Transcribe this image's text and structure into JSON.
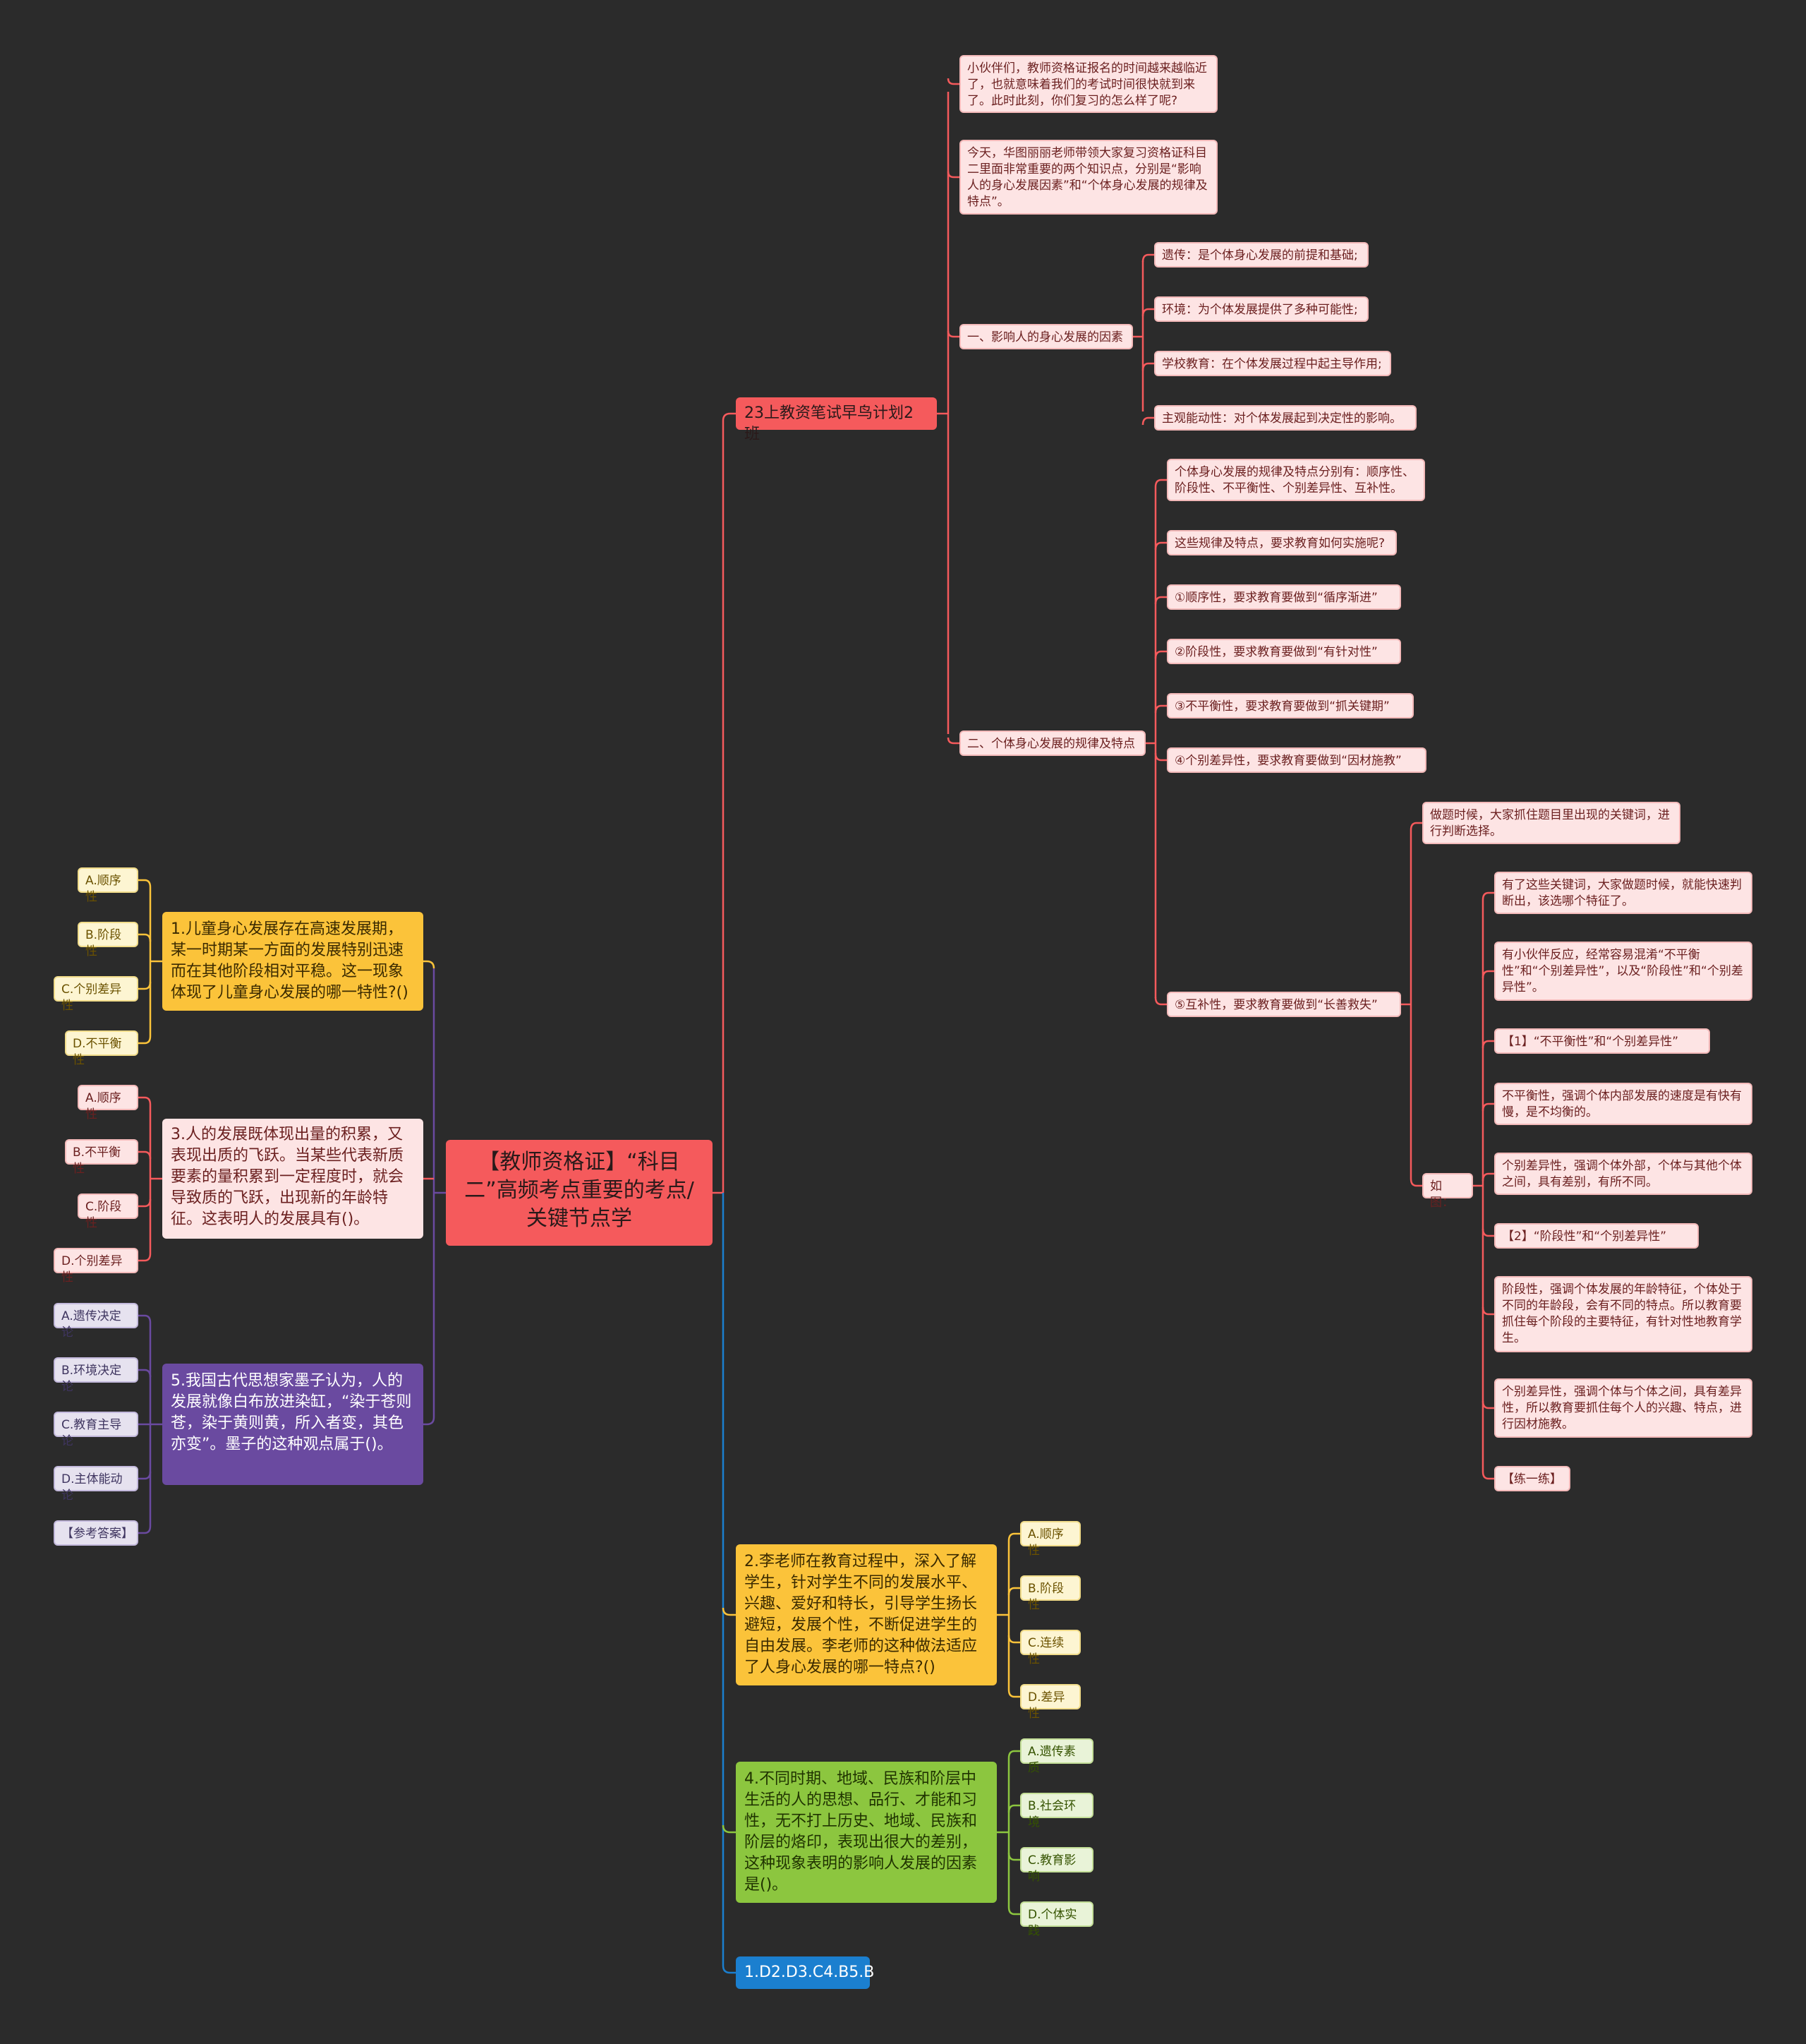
{
  "root": {
    "text": "【教师资格证】“科目二”高频考点重要的考点/关键节点学"
  },
  "right": {
    "b1": {
      "title": "23上教资笔试早鸟计划2班",
      "intro1": "小伙伴们，教师资格证报名的时间越来越临近了，也就意味着我们的考试时间很快就到来了。此时此刻，你们复习的怎么样了呢?",
      "intro2": "今天，华图丽丽老师带领大家复习资格证科目二里面非常重要的两个知识点，分别是“影响人的身心发展因素”和“个体身心发展的规律及特点”。",
      "s1": {
        "title": "一、影响人的身心发展的因素",
        "items": [
          "遗传：是个体身心发展的前提和基础;",
          "环境：为个体发展提供了多种可能性;",
          "学校教育：在个体发展过程中起主导作用;",
          "主观能动性：对个体发展起到决定性的影响。"
        ]
      },
      "s2": {
        "title": "二、个体身心发展的规律及特点",
        "items": [
          "个体身心发展的规律及特点分别有：顺序性、阶段性、不平衡性、个别差异性、互补性。",
          "这些规律及特点，要求教育如何实施呢?",
          "①顺序性，要求教育要做到“循序渐进”",
          "②阶段性，要求教育要做到“有针对性”",
          "③不平衡性，要求教育要做到“抓关键期”",
          "④个别差异性，要求教育要做到“因材施教”"
        ],
        "five": {
          "title": "⑤互补性，要求教育要做到“长善救失”",
          "tip": "做题时候，大家抓住题目里出现的关键词，进行判断选择。",
          "ru": {
            "title": "如图：",
            "items": [
              "有了这些关键词，大家做题时候，就能快速判断出，该选哪个特征了。",
              "有小伙伴反应，经常容易混淆“不平衡性”和“个别差异性”，以及“阶段性”和“个别差异性”。",
              "【1】“不平衡性”和“个别差异性”",
              "不平衡性，强调个体内部发展的速度是有快有慢，是不均衡的。",
              "个别差异性，强调个体外部，个体与其他个体之间，具有差别，有所不同。",
              "【2】“阶段性”和“个别差异性”",
              "阶段性，强调个体发展的年龄特征，个体处于不同的年龄段，会有不同的特点。所以教育要抓住每个阶段的主要特征，有针对性地教育学生。",
              "个别差异性，强调个体与个体之间，具有差异性，所以教育要抓住每个人的兴趣、特点，进行因材施教。",
              "【练一练】"
            ]
          }
        }
      }
    },
    "q2": {
      "text": "2.李老师在教育过程中，深入了解学生，针对学生不同的发展水平、兴趣、爱好和特长，引导学生扬长避短，发展个性，不断促进学生的自由发展。李老师的这种做法适应了人身心发展的哪一特点?()",
      "options": [
        "A.顺序性",
        "B.阶段性",
        "C.连续性",
        "D.差异性"
      ]
    },
    "q4": {
      "text": "4.不同时期、地域、民族和阶层中生活的人的思想、品行、才能和习性，无不打上历史、地域、民族和阶层的烙印，表现出很大的差别，这种现象表明的影响人发展的因素是()。",
      "options": [
        "A.遗传素质",
        "B.社会环境",
        "C.教育影响",
        "D.个体实践"
      ]
    },
    "ans": {
      "text": "1.D2.D3.C4.B5.B"
    }
  },
  "left": {
    "q1": {
      "text": "1.儿童身心发展存在高速发展期，某一时期某一方面的发展特别迅速而在其他阶段相对平稳。这一现象体现了儿童身心发展的哪一特性?()",
      "options": [
        "A.顺序性",
        "B.阶段性",
        "C.个别差异性",
        "D.不平衡性"
      ]
    },
    "q3": {
      "text": "3.人的发展既体现出量的积累，又表现出质的飞跃。当某些代表新质要素的量积累到一定程度时，就会导致质的飞跃，出现新的年龄特征。这表明人的发展具有()。",
      "options": [
        "A.顺序性",
        "B.不平衡性",
        "C.阶段性",
        "D.个别差异性"
      ]
    },
    "q5": {
      "text": "5.我国古代思想家墨子认为，人的发展就像白布放进染缸，“染于苍则苍，染于黄则黄，所入者变，其色亦变”。墨子的这种观点属于()。",
      "options": [
        "A.遗传决定论",
        "B.环境决定论",
        "C.教育主导论",
        "D.主体能动论",
        "【参考答案】"
      ]
    }
  },
  "colors": {
    "red": "#f55a5c",
    "yellow": "#fbc33a",
    "purple": "#6a4aa0",
    "green": "#8cc63f",
    "blue": "#1b7fcf",
    "background": "#2b2b2b"
  }
}
